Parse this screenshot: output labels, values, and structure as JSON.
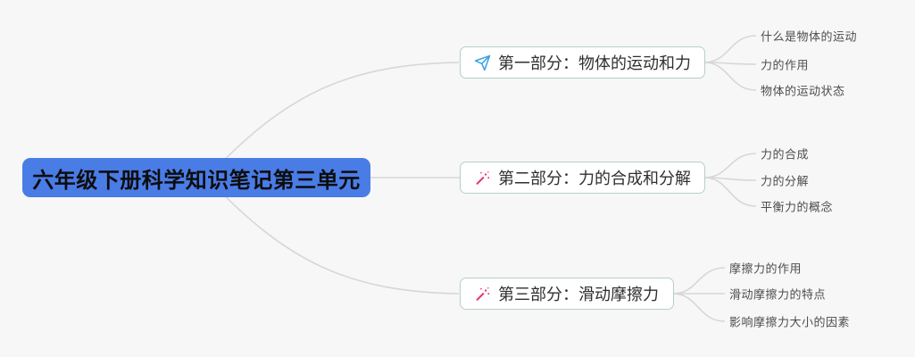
{
  "canvas": {
    "background_color": "#f7f7f7",
    "connector_color": "#d7d7d7"
  },
  "root": {
    "label": "六年级下册科学知识笔记第三单元",
    "bg_color": "#4a7ce6",
    "text_color": "#0d0d0d"
  },
  "branches": [
    {
      "label": "第一部分：物体的运动和力",
      "icon": "paper-plane-icon",
      "icon_color": "#38a1e6",
      "children": [
        "什么是物体的运动",
        "力的作用",
        "物体的运动状态"
      ]
    },
    {
      "label": "第二部分：力的合成和分解",
      "icon": "magic-wand-icon",
      "icon_color": "#e8366f",
      "children": [
        "力的合成",
        "力的分解",
        "平衡力的概念"
      ]
    },
    {
      "label": "第三部分：滑动摩擦力",
      "icon": "magic-wand-icon",
      "icon_color": "#e8366f",
      "children": [
        "摩擦力的作用",
        "滑动摩擦力的特点",
        "影响摩擦力大小的因素"
      ]
    }
  ]
}
